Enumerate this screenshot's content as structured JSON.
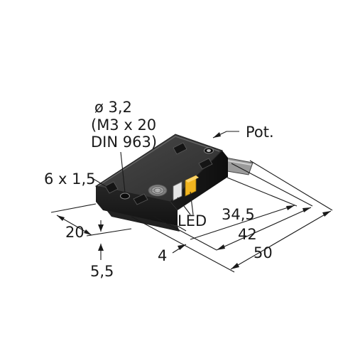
{
  "labels": {
    "hole_dia": "ø 3,2",
    "screw_spec": "(M3 x 20",
    "screw_std": "DIN 963)",
    "pot": "Pot.",
    "slot": "6 x 1,5",
    "led": "LED",
    "dim_345": "34,5",
    "dim_42": "42",
    "dim_50": "50",
    "dim_20": "20",
    "dim_4": "4",
    "dim_55": "5,5"
  }
}
